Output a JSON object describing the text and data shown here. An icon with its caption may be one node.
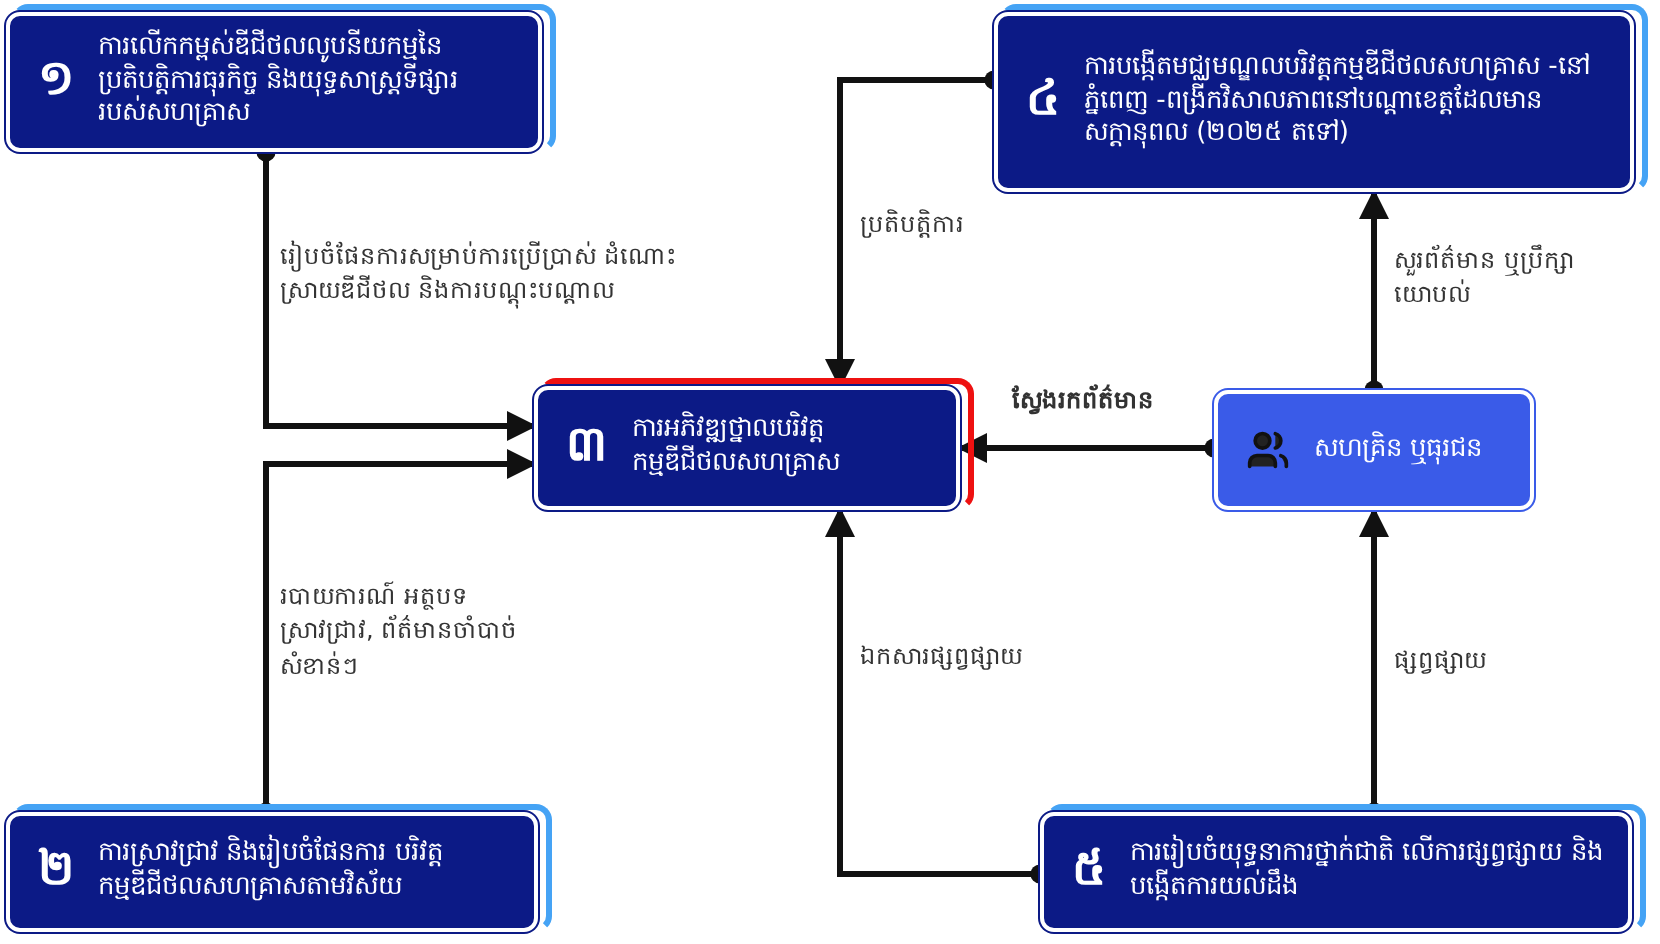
{
  "diagram": {
    "nodes": [
      {
        "text": [
          "១",
          "ការលើកកម្ពស់ឌីជីថលលូបនីយកម្មនៃ ប្រតិបត្តិការធុរកិច្ច និងយុទ្ធសាស្ត្រទីផ្សារ របស់សហគ្រាស"
        ]
      },
      {
        "text": [
          "៤",
          "ការបង្កើតមជ្ឈមណ្ឌលបរិវត្តកម្មឌីជីថលសហគ្រាស -នៅភ្នំពេញ -ពង្រីកវិសាលភាពនៅបណ្តាខេត្តដែលមានសក្តានុពល (២០២៥ តទៅ)"
        ]
      },
      {
        "text": [
          "៣",
          "ការអភិវឌ្ឍថ្នាលបរិវត្តកម្មឌីជីថលសហគ្រាស"
        ]
      },
      {
        "text": [
          "សហគ្រិន ឬធុរជន"
        ]
      },
      {
        "text": [
          "២",
          "ការស្រាវជ្រាវ និងរៀបចំផែនការ បរិវត្តកម្មឌីជីថលសហគ្រាសតាមវិស័យ"
        ]
      },
      {
        "text": [
          "៥",
          "ការរៀបចំយុទ្ធនាការថ្នាក់ជាតិ លើការផ្សព្វផ្សាយ និងបង្កើតការយល់ដឹង"
        ]
      }
    ],
    "edges": [
      {
        "from": 0,
        "to": 2,
        "arrow": "to",
        "label": "រៀបចំផែនការសម្រាប់ការប្រើប្រាស់ ដំណោះស្រាយឌីជីថល និងការបណ្តុះបណ្តាល"
      },
      {
        "from": 4,
        "to": 2,
        "arrow": "to",
        "label": "របាយការណ៍ អត្ថបទស្រាវជ្រាវ, ព័ត៌មានចាំបាច់សំខាន់ៗ"
      },
      {
        "from": 1,
        "to": 2,
        "arrow": "to",
        "label": "ប្រតិបត្តិការ"
      },
      {
        "from": 3,
        "to": 2,
        "arrow": "to",
        "label": "ស្វែងរកព័ត៌មាន"
      },
      {
        "from": 5,
        "to": 2,
        "arrow": "to",
        "label": "ឯកសារផ្សព្វផ្សាយ"
      },
      {
        "from": 5,
        "to": 3,
        "arrow": "to",
        "label": "ផ្សព្វផ្សាយ"
      },
      {
        "from": 3,
        "to": 1,
        "arrow": "to",
        "label": "សួរព័ត៌មាន ឬប្រឹក្សាយោបល់"
      }
    ]
  }
}
